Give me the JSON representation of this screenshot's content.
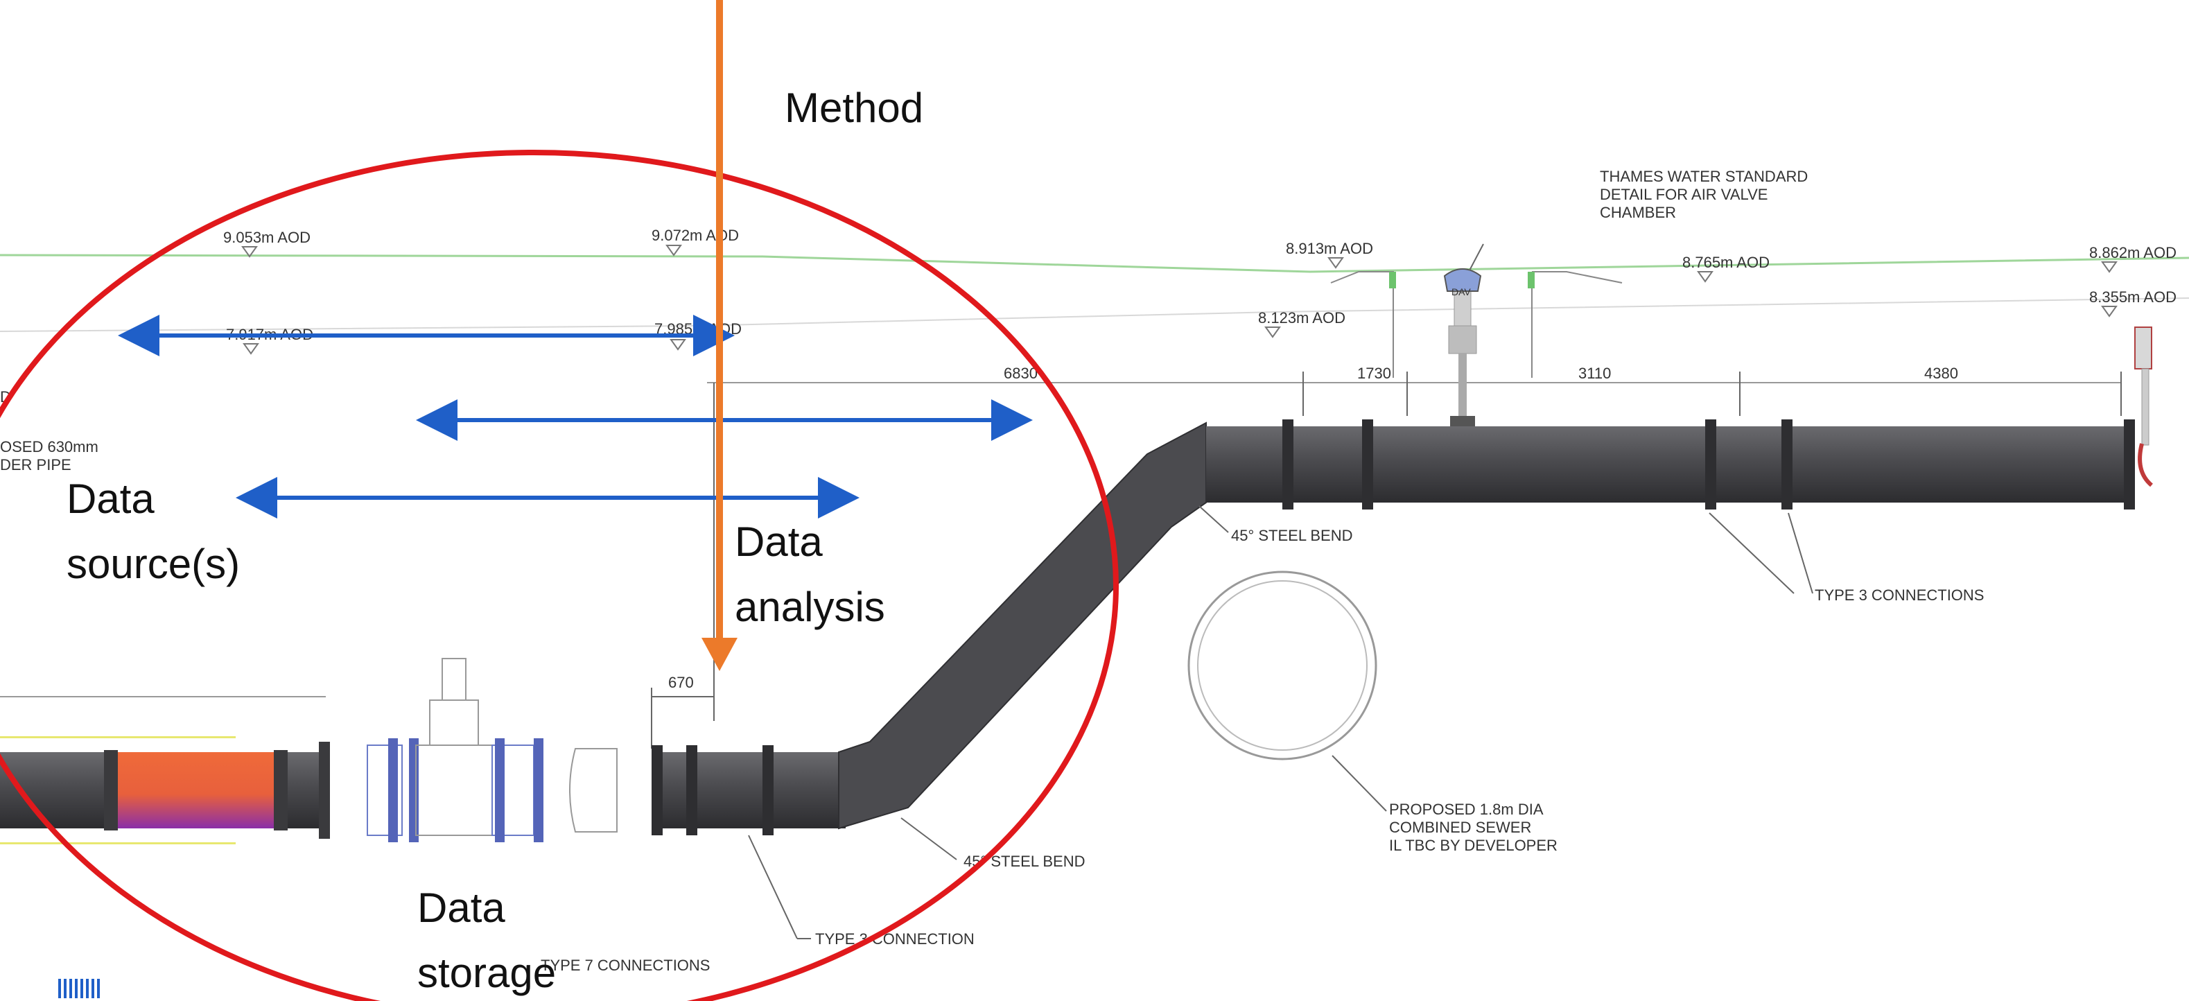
{
  "levels": {
    "l1": "9.053m AOD",
    "l2": "9.072m AOD",
    "l3": "8.913m AOD",
    "l4": "8.765m AOD",
    "l5": "8.862m AOD",
    "l6": "7.917m AOD",
    "l7": "7.985m AOD",
    "l8": "8.123m AOD",
    "l9": "8.355m AOD"
  },
  "dimensions": {
    "d6830": "6830",
    "d1730": "1730",
    "d3110": "3110",
    "d4380": "4380",
    "d670": "670"
  },
  "callouts": {
    "thames": [
      "THAMES WATER STANDARD",
      "DETAIL FOR AIR VALVE",
      "CHAMBER"
    ],
    "steel_bend_upper": "45° STEEL BEND",
    "steel_bend_lower": "45° STEEL BEND",
    "type3_connections": "TYPE 3 CONNECTIONS",
    "type3_connection": "TYPE 3 CONNECTION",
    "type7_connections": "TYPE 7 CONNECTIONS",
    "sewer": [
      "PROPOSED 1.8m DIA",
      "COMBINED SEWER",
      "IL TBC BY DEVELOPER"
    ],
    "left_cut": [
      "D",
      "OSED 630mm",
      "DER PIPE"
    ],
    "valve_tag": "DAV"
  },
  "overlay": {
    "method": "Method",
    "data_sources": [
      "Data",
      "source(s)"
    ],
    "data_analysis": [
      "Data",
      "analysis"
    ],
    "data_storage": [
      "Data",
      "storage"
    ]
  },
  "colors": {
    "pipe": "#4a4a4d",
    "ellipse": "#e0191c",
    "orange_arrow": "#ec7a2a",
    "blue_arrows": "#1f5fc8",
    "ground_line": "#9fd69a",
    "hot_section": "#e8603c"
  }
}
